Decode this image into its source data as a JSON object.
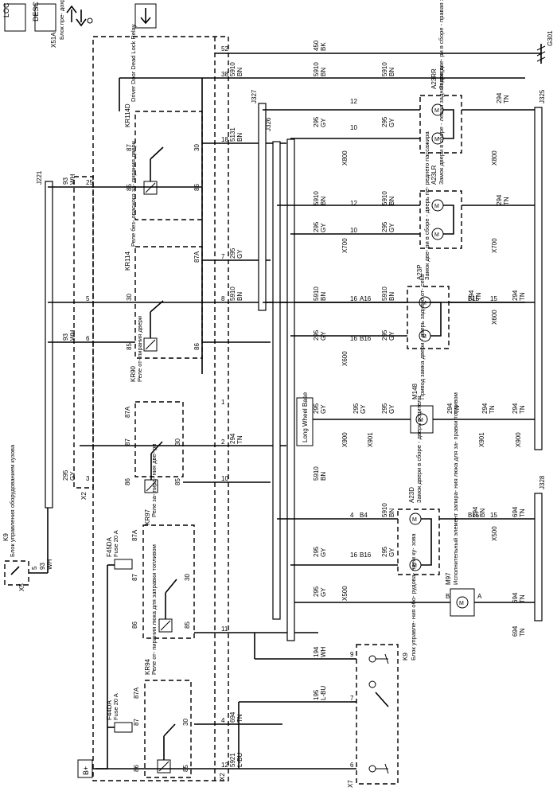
{
  "icons": {
    "loc": "LOC",
    "desc": "DESC",
    "connector_flow": "connector-flow-icon",
    "download": "download-icon"
  },
  "labels": {
    "j221": "J221",
    "j327": "J327",
    "j326": "J326",
    "j325": "J325",
    "j328": "J328",
    "g301": "G301",
    "x51a_title": "X51A",
    "x51a_desc": "Блок пре- дохрани- телей - панель приборов",
    "k9_top_title": "K9",
    "k9_top_desc": "Блок управления оборудованием кузова",
    "x5": "X5",
    "x2": "X2",
    "x7": "X7",
    "kr114d_title": "KR114D",
    "kr114d_desc": "Driver Door Dead Lock Relay",
    "kr114_title": "KR114",
    "kr114_desc": "Реле без- опасного за- пирания двери",
    "kr90_title": "KR90",
    "kr90_desc": "Реле от- пирания двери",
    "kr97_title": "KR97",
    "kr97_desc": "Реле за- пира- ния две- ри",
    "kr94_title": "KR94",
    "kr94_desc": "Реле от- пирания люка для заправки топливом",
    "f45da_title": "F45DA",
    "f45da_desc": "Fuse 20 A",
    "f44da_title": "F44DA",
    "f44da_desc": "Fuse 20 A",
    "a23rr_title": "A23RR",
    "a23rr_desc": "Замок две- ри в сборе - правая задняя дверь",
    "a23lr_title": "A23LR",
    "a23lr_desc": "Замок двери в сборе - левая задняя дверь",
    "a23p_title": "A23P",
    "a23p_desc": "Замок две- ри в сборе - дверь пе- реднего пассажира",
    "m148_title": "M148",
    "m148_desc": "Привод замка двери - дверь заднего от- сека",
    "a23d_title": "A23D",
    "a23d_desc": "Замок двери в сборе - дверь водителя",
    "m97_title": "M97",
    "m97_desc": "Исполнительный элемент запира- ния люка для за- правки топливом",
    "k9_bot_title": "K9",
    "k9_bot_desc": "Блок управле- ния обо- рудова- нием ку- зова",
    "long_wheel_base": "Long Wheel Base",
    "bplus": "B+",
    "x800a": "X800",
    "x800b": "X800",
    "x700a": "X700",
    "x700b": "X700",
    "x600a": "X600",
    "x600b": "X600",
    "x900a": "X900",
    "x900b": "X900",
    "x901a": "X901",
    "x901b": "X901",
    "x500a": "X500",
    "x500b": "X500"
  },
  "relay_pins": {
    "p87": "87",
    "p87a": "87A",
    "p30": "30",
    "p85": "85",
    "p86": "86"
  },
  "pins": {
    "p52": "52",
    "p38": "38",
    "p18": "18",
    "p25": "25",
    "p7": "7",
    "p8": "8",
    "p5": "5",
    "p6": "6",
    "p2": "2",
    "p1": "1",
    "p3": "3",
    "p10": "10",
    "p11": "11",
    "p4": "4",
    "p12": "12",
    "p9": "9",
    "p16": "16",
    "p15": "15",
    "pA16": "A16",
    "pB16": "B16",
    "pB15": "B15",
    "pB4": "B4",
    "pA": "A",
    "pB": "B"
  },
  "wires": {
    "w450": "450",
    "bk": "BK",
    "w5910": "5910",
    "bn": "BN",
    "w5131": "5131",
    "w295": "295",
    "gy": "GY",
    "w93": "93",
    "wh": "WH",
    "w294": "294",
    "tn": "TN",
    "w694": "694",
    "w194": "194",
    "w195": "195",
    "lbu": "L-BU",
    "w5921": "5921"
  }
}
